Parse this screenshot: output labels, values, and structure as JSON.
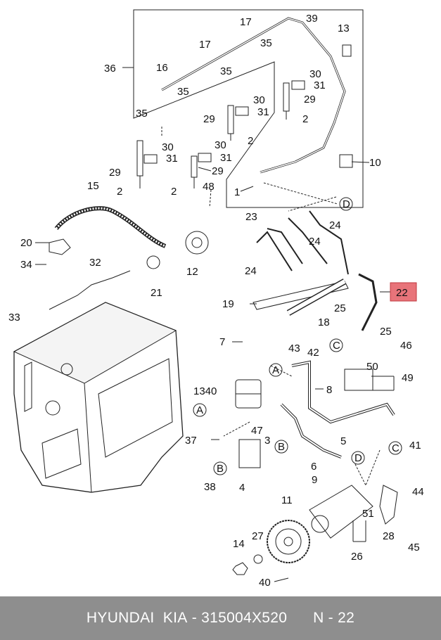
{
  "diagram": {
    "highlight_color": "#e8747a",
    "callouts": [
      {
        "id": "c39",
        "text": "39"
      },
      {
        "id": "c17a",
        "text": "17"
      },
      {
        "id": "c13",
        "text": "13"
      },
      {
        "id": "c35a",
        "text": "35"
      },
      {
        "id": "c36",
        "text": "36"
      },
      {
        "id": "c16",
        "text": "16"
      },
      {
        "id": "c17b",
        "text": "17"
      },
      {
        "id": "c35b",
        "text": "35"
      },
      {
        "id": "c30a",
        "text": "30"
      },
      {
        "id": "c31a",
        "text": "31"
      },
      {
        "id": "c35c",
        "text": "35"
      },
      {
        "id": "c29a",
        "text": "29"
      },
      {
        "id": "c35d",
        "text": "35"
      },
      {
        "id": "c30b",
        "text": "30"
      },
      {
        "id": "c31b",
        "text": "31"
      },
      {
        "id": "c2a",
        "text": "2"
      },
      {
        "id": "c29b",
        "text": "29"
      },
      {
        "id": "c2b",
        "text": "2"
      },
      {
        "id": "c30c",
        "text": "30"
      },
      {
        "id": "c30d",
        "text": "30"
      },
      {
        "id": "c31c",
        "text": "31"
      },
      {
        "id": "c31d",
        "text": "31"
      },
      {
        "id": "c10",
        "text": "10"
      },
      {
        "id": "c29c",
        "text": "29"
      },
      {
        "id": "c29d",
        "text": "29"
      },
      {
        "id": "c2c",
        "text": "2"
      },
      {
        "id": "c2d",
        "text": "2"
      },
      {
        "id": "c48",
        "text": "48"
      },
      {
        "id": "c15",
        "text": "15"
      },
      {
        "id": "c1",
        "text": "1"
      },
      {
        "id": "cD1",
        "text": "D"
      },
      {
        "id": "c23",
        "text": "23"
      },
      {
        "id": "c24a",
        "text": "24"
      },
      {
        "id": "c20",
        "text": "20"
      },
      {
        "id": "c24b",
        "text": "24"
      },
      {
        "id": "c34",
        "text": "34"
      },
      {
        "id": "c24c",
        "text": "24"
      },
      {
        "id": "c12",
        "text": "12"
      },
      {
        "id": "c32",
        "text": "32"
      },
      {
        "id": "c21",
        "text": "21"
      },
      {
        "id": "c22",
        "text": "22"
      },
      {
        "id": "c19",
        "text": "19"
      },
      {
        "id": "c25a",
        "text": "25"
      },
      {
        "id": "c33",
        "text": "33"
      },
      {
        "id": "c18",
        "text": "18"
      },
      {
        "id": "c25b",
        "text": "25"
      },
      {
        "id": "c7",
        "text": "7"
      },
      {
        "id": "c43",
        "text": "43"
      },
      {
        "id": "c42",
        "text": "42"
      },
      {
        "id": "cC1",
        "text": "C"
      },
      {
        "id": "c46",
        "text": "46"
      },
      {
        "id": "cA1",
        "text": "A"
      },
      {
        "id": "c50",
        "text": "50"
      },
      {
        "id": "c49",
        "text": "49"
      },
      {
        "id": "c8",
        "text": "8"
      },
      {
        "id": "c1340",
        "text": "1340"
      },
      {
        "id": "cA2",
        "text": "A"
      },
      {
        "id": "c47",
        "text": "47"
      },
      {
        "id": "c5",
        "text": "5"
      },
      {
        "id": "c37",
        "text": "37"
      },
      {
        "id": "c3",
        "text": "3"
      },
      {
        "id": "cB1",
        "text": "B"
      },
      {
        "id": "c6",
        "text": "6"
      },
      {
        "id": "cC2",
        "text": "C"
      },
      {
        "id": "c41",
        "text": "41"
      },
      {
        "id": "cB2",
        "text": "B"
      },
      {
        "id": "cD2",
        "text": "D"
      },
      {
        "id": "c9",
        "text": "9"
      },
      {
        "id": "c38",
        "text": "38"
      },
      {
        "id": "c4",
        "text": "4"
      },
      {
        "id": "c11",
        "text": "11"
      },
      {
        "id": "c44",
        "text": "44"
      },
      {
        "id": "c51",
        "text": "51"
      },
      {
        "id": "c27",
        "text": "27"
      },
      {
        "id": "c28",
        "text": "28"
      },
      {
        "id": "c14",
        "text": "14"
      },
      {
        "id": "c26",
        "text": "26"
      },
      {
        "id": "c45",
        "text": "45"
      },
      {
        "id": "c40",
        "text": "40"
      }
    ]
  },
  "footer": {
    "brand": "HYUNDAI  KIA",
    "part_number": "315004X520",
    "ref": "N - 22"
  }
}
